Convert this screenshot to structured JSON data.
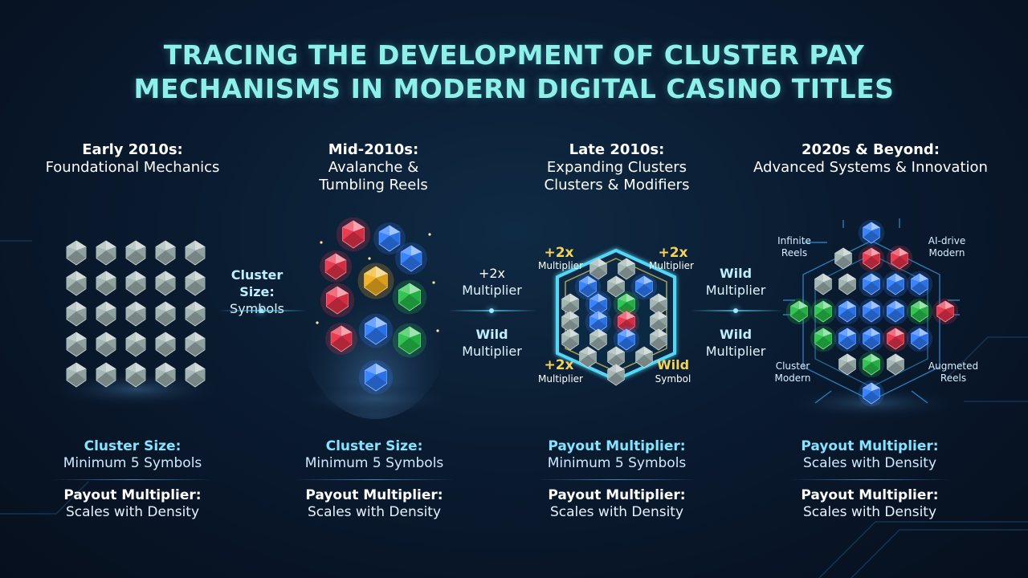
{
  "title": {
    "line1": "TRACING THE DEVELOPMENT OF CLUSTER PAY",
    "line2": "MECHANISMS IN MODERN DIGITAL CASINO TITLES"
  },
  "stages": [
    {
      "heading": "Early 2010s:",
      "subheading": "Foundational Mechanics",
      "stat1": {
        "label": "Cluster Size:",
        "value": "Minimum 5 Symbols"
      },
      "stat2": {
        "label": "Payout Multiplier:",
        "value": "Scales with Density"
      }
    },
    {
      "heading": "Mid-2010s:",
      "subheading1": "Avalanche &",
      "subheading2": "Tumbling Reels",
      "stat1": {
        "label": "Cluster Size:",
        "value": "Minimum 5 Symbols"
      },
      "stat2": {
        "label": "Payout Multiplier:",
        "value": "Scales with Density"
      }
    },
    {
      "heading": "Late 2010s:",
      "subheading1": "Expanding Clusters",
      "subheading2": "Clusters & Modifiers",
      "stat1": {
        "label": "Payout Multiplier:",
        "value": "Minimum 5 Symbols"
      },
      "stat2": {
        "label": "Payout Multiplier:",
        "value": "Scales with Density"
      },
      "badges": {
        "tl_value": "+2x",
        "tl_label": "Multiplier",
        "tr_value": "+2x",
        "tr_label": "Multiplier",
        "bl_value": "+2x",
        "bl_label": "Multiplier",
        "br_value": "Wild",
        "br_label": "Symbol"
      }
    },
    {
      "heading": "2020s & Beyond:",
      "subheading": "Advanced Systems & Innovation",
      "stat1": {
        "label": "Payout Multiplier:",
        "value": "Scales with Density"
      },
      "stat2": {
        "label": "Payout Multiplier:",
        "value": "Scales with Density"
      },
      "annotations": {
        "tl1": "Infinite",
        "tl2": "Reels",
        "tr1": "AI-drive",
        "tr2": "Modern",
        "bl1": "Cluster",
        "bl2": "Modern",
        "br1": "Augmeted",
        "br2": "Reels"
      }
    }
  ],
  "connectors": [
    {
      "top_bold": "Cluster Size:",
      "top_normal": "Symbols"
    },
    {
      "top_bold": "+2x",
      "top_normal": "Multiplier",
      "bottom_bold": "Wild",
      "bottom_normal": "Multiplier"
    },
    {
      "top_bold": "Wild",
      "top_normal": "Multiplier",
      "bottom_bold": "Wild",
      "bottom_normal": "Multiplier"
    }
  ],
  "colors": {
    "title": "#8ff0ea",
    "accent_cyan": "#84e3ff",
    "gem_grey": "#9fb3b0",
    "gem_red": "#e8324a",
    "gem_blue": "#2f7dff",
    "gem_green": "#27c24a",
    "gem_yellow": "#f2b01e",
    "gold_text": "#f3d35a"
  },
  "icons": [
    "gem-icon",
    "sparkle-icon",
    "circuit-icon"
  ]
}
